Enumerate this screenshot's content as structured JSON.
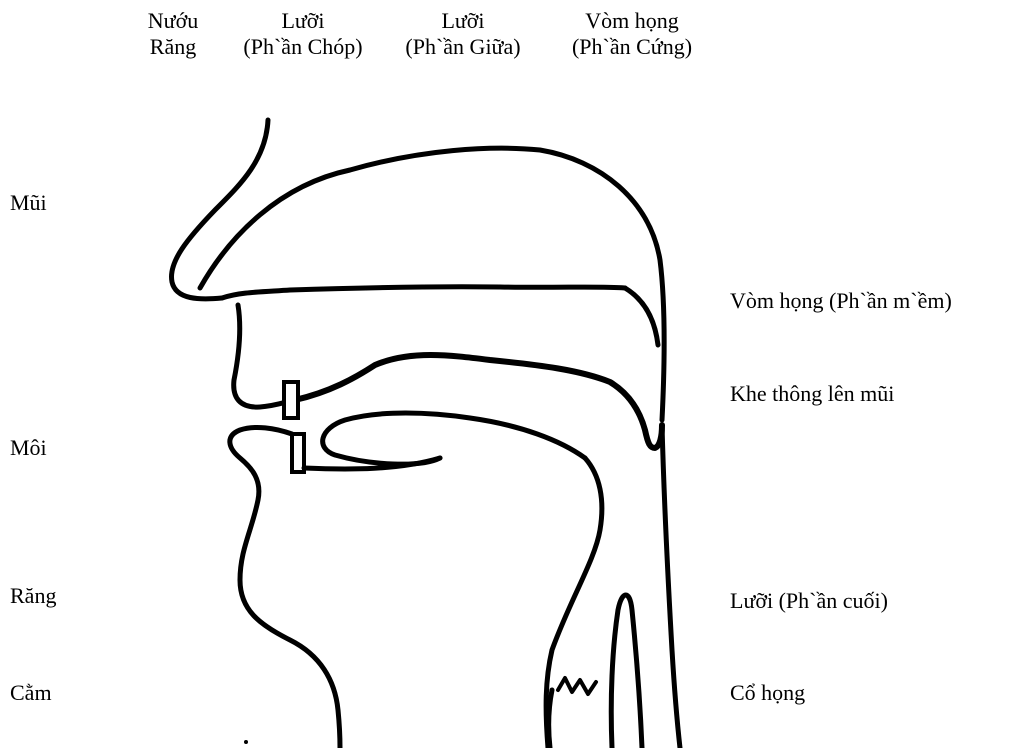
{
  "top_labels": [
    {
      "line1": "Nướu",
      "line2": "Răng"
    },
    {
      "line1": "Lưỡi",
      "line2": "(Ph`ần Chóp)"
    },
    {
      "line1": "Lưỡi",
      "line2": "(Ph`ần Giữa)"
    },
    {
      "line1": "Vòm họng",
      "line2": "(Ph`ần Cứng)"
    }
  ],
  "left_labels": {
    "nose": "Mũi",
    "lips": "Môi",
    "teeth": "Răng",
    "chin": "Cằm"
  },
  "right_labels": {
    "soft_palate": "Vòm họng (Ph`ần m`ềm)",
    "nasal_passage": "Khe thông lên mũi",
    "tongue_back": "Lưỡi (Ph`ần cuối)",
    "throat": "Cổ họng"
  }
}
